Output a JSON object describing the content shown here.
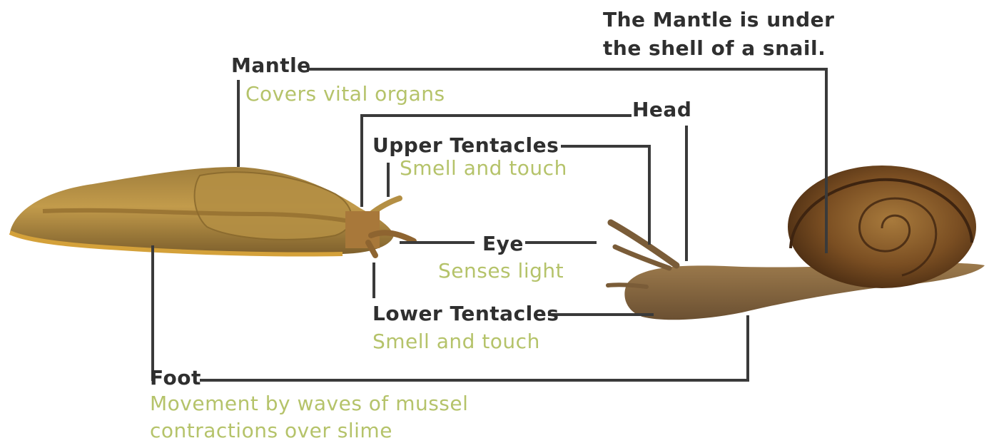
{
  "note": {
    "line1": "The Mantle is under",
    "line2": "the shell of a snail."
  },
  "parts": {
    "mantle": {
      "title": "Mantle",
      "desc": "Covers vital organs"
    },
    "head": {
      "title": "Head"
    },
    "upper_tentacles": {
      "title": "Upper Tentacles",
      "desc": "Smell and touch"
    },
    "eye": {
      "title": "Eye",
      "desc": "Senses light"
    },
    "lower_tentacles": {
      "title": "Lower Tentacles",
      "desc": "Smell and touch"
    },
    "foot": {
      "title": "Foot",
      "desc_line1": "Movement by waves of mussel",
      "desc_line2": "contractions over slime"
    }
  },
  "colors": {
    "title_text": "#2f2f2f",
    "description_text": "#b5c36a",
    "leader_lines": "#3a3a3a",
    "slug_body": "#b8923c",
    "snail_body": "#8c6b3d",
    "snail_shell": "#6b4421"
  }
}
